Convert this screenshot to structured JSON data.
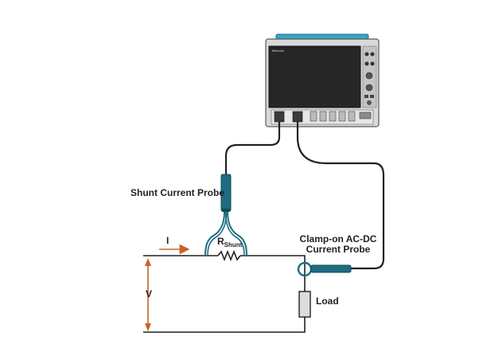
{
  "labels": {
    "shunt_probe": "Shunt Current Probe",
    "clamp_line1": "Clamp-on AC-DC",
    "clamp_line2": "Current Probe",
    "r_main": "R",
    "r_sub": "Shunt",
    "current": "I",
    "voltage": "V",
    "load": "Load"
  },
  "colors": {
    "wire": "#231f20",
    "probe": "#1d6d7f",
    "probe_dark": "#0f4a57",
    "arrow": "#c8632a",
    "scope_body": "#d9d9d9",
    "scope_screen": "#2b2b2b",
    "scope_top": "#3aa3c8"
  }
}
